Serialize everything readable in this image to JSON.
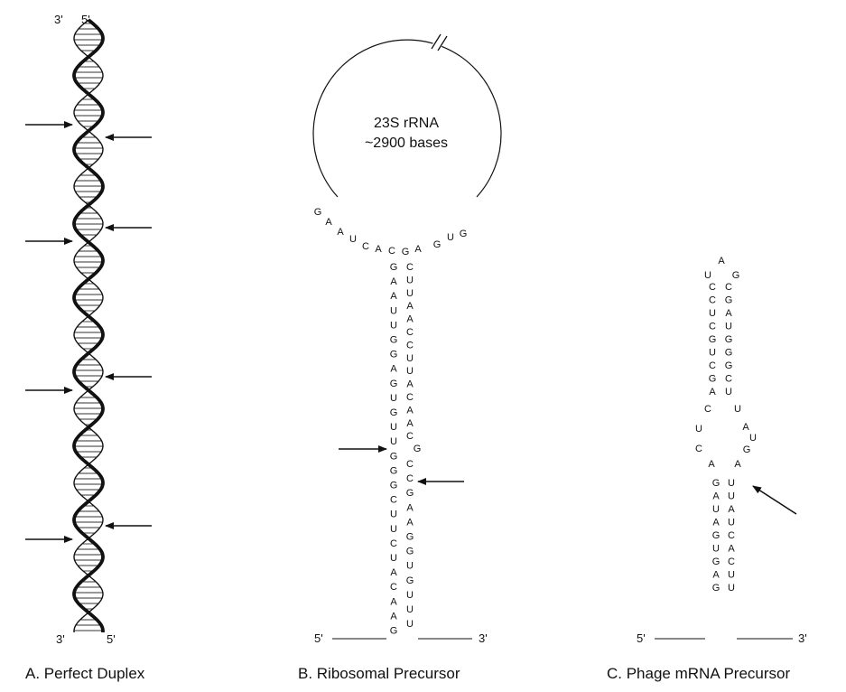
{
  "panelA": {
    "caption": "A. Perfect Duplex",
    "top_left": "3'",
    "top_right": "5'",
    "bottom_left": "3'",
    "bottom_right": "5'"
  },
  "panelB": {
    "caption": "B. Ribosomal Precursor",
    "loop_title": "23S rRNA",
    "loop_subtitle": "~2900 bases",
    "end5": "5'",
    "end3": "3'",
    "arc": [
      "G",
      "A",
      "A",
      "U",
      "C",
      "A",
      "C",
      "G",
      "A",
      "G",
      "U",
      "G"
    ],
    "left": [
      "G",
      "A",
      "A",
      "U",
      "U",
      "G",
      "G",
      "A",
      "G",
      "U",
      "G",
      "U",
      "U",
      "G",
      "G",
      "G",
      "C",
      "U",
      "U",
      "C",
      "U",
      "A",
      "C",
      "A",
      "A",
      "G"
    ],
    "right_upper": [
      "C",
      "U",
      "U",
      "A",
      "A",
      "C",
      "C",
      "U",
      "U",
      "A",
      "C",
      "A",
      "A",
      "C"
    ],
    "bulge": "G",
    "right_lower": [
      "C",
      "C",
      "G",
      "A",
      "A",
      "G",
      "G",
      "U",
      "G",
      "U",
      "U",
      "U"
    ]
  },
  "panelC": {
    "caption": "C. Phage mRNA Precursor",
    "end5": "5'",
    "end3": "3'",
    "loop_top": "A",
    "loop_left": "U",
    "loop_right": "G",
    "upper_left": [
      "C",
      "C",
      "U",
      "C",
      "G",
      "U",
      "C",
      "G",
      "A"
    ],
    "upper_right": [
      "C",
      "G",
      "A",
      "U",
      "G",
      "G",
      "G",
      "C",
      "U"
    ],
    "int_left": [
      "C",
      "U",
      "C",
      "A"
    ],
    "int_right": [
      "U",
      "A",
      "U",
      "G",
      "A"
    ],
    "lower_left": [
      "G",
      "A",
      "U",
      "A",
      "G",
      "U",
      "G",
      "A",
      "G"
    ],
    "lower_right": [
      "U",
      "U",
      "A",
      "U",
      "C",
      "A",
      "C",
      "U",
      "U"
    ]
  }
}
